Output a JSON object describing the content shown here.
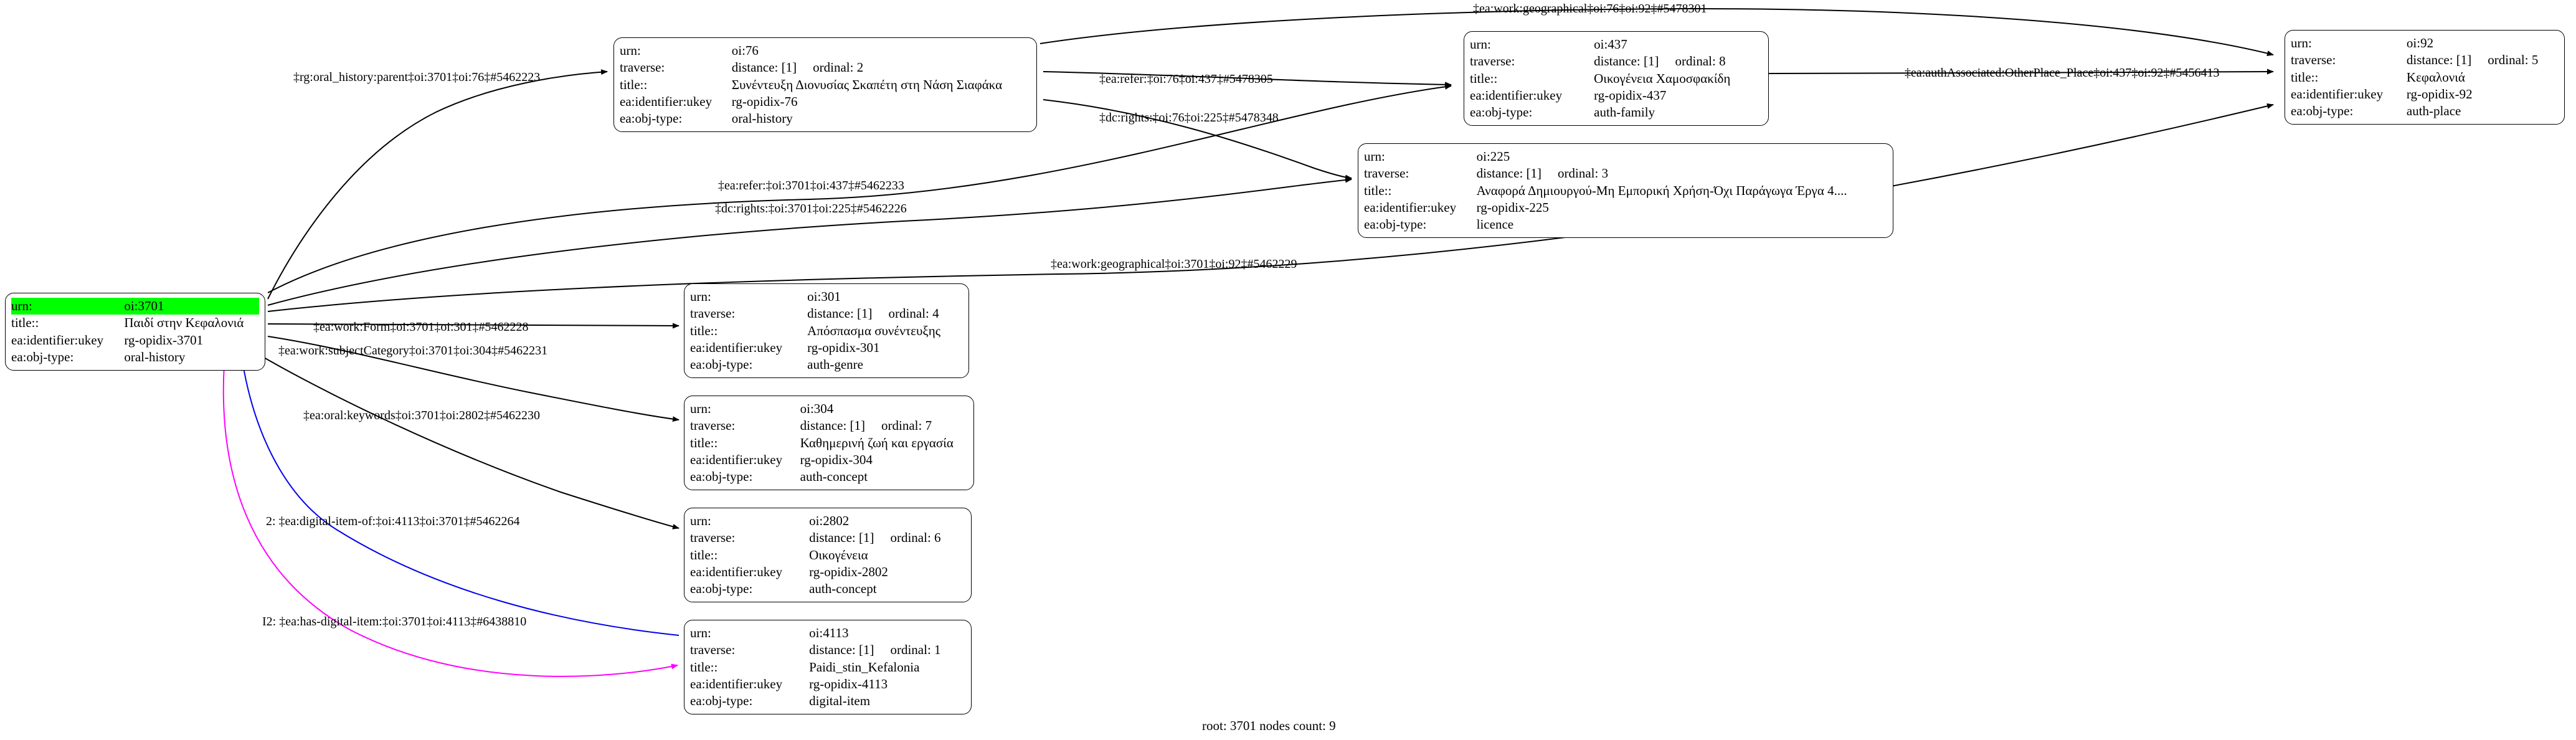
{
  "graph": {
    "footer": "root: 3701 nodes count: 9",
    "colors": {
      "edge_default": "#000000",
      "edge_blue": "#0000ee",
      "edge_magenta": "#ff00ff",
      "node_border": "#000000",
      "root_highlight": "#00ff00",
      "background": "#ffffff"
    },
    "field_labels": {
      "urn": "urn:",
      "traverse": "traverse:",
      "title": "title::",
      "ukey": "ea:identifier:ukey",
      "objtype": "ea:obj-type:"
    },
    "nodes": [
      {
        "id": "n3701",
        "root": true,
        "urn": "oi:3701",
        "traverse": null,
        "distance": "",
        "ordinal": "",
        "title": "Παιδί στην Κεφαλονιά",
        "ukey": "rg-opidix-3701",
        "objtype": "oral-history"
      },
      {
        "id": "n76",
        "root": false,
        "urn": "oi:76",
        "traverse": "distance: [1]",
        "distance": "distance: [1]",
        "ordinal": "ordinal: 2",
        "title": "Συνέντευξη Διονυσίας Σκαπέτη στη Νάση Σιαφάκα",
        "ukey": "rg-opidix-76",
        "objtype": "oral-history"
      },
      {
        "id": "n437",
        "root": false,
        "urn": "oi:437",
        "traverse": "distance: [1]",
        "distance": "distance: [1]",
        "ordinal": "ordinal: 8",
        "title": "Οικογένεια Χαμοσφακίδη",
        "ukey": "rg-opidix-437",
        "objtype": "auth-family"
      },
      {
        "id": "n92",
        "root": false,
        "urn": "oi:92",
        "traverse": "distance: [1]",
        "distance": "distance: [1]",
        "ordinal": "ordinal: 5",
        "title": "Κεφαλονιά",
        "ukey": "rg-opidix-92",
        "objtype": "auth-place"
      },
      {
        "id": "n225",
        "root": false,
        "urn": "oi:225",
        "traverse": "distance: [1]",
        "distance": "distance: [1]",
        "ordinal": "ordinal: 3",
        "title": "Αναφορά Δημιουργού-Μη Εμπορική Χρήση-Όχι Παράγωγα Έργα 4....",
        "ukey": "rg-opidix-225",
        "objtype": "licence"
      },
      {
        "id": "n301",
        "root": false,
        "urn": "oi:301",
        "traverse": "distance: [1]",
        "distance": "distance: [1]",
        "ordinal": "ordinal: 4",
        "title": "Απόσπασμα συνέντευξης",
        "ukey": "rg-opidix-301",
        "objtype": "auth-genre"
      },
      {
        "id": "n304",
        "root": false,
        "urn": "oi:304",
        "traverse": "distance: [1]",
        "distance": "distance: [1]",
        "ordinal": "ordinal: 7",
        "title": "Καθημερινή ζωή και εργασία",
        "ukey": "rg-opidix-304",
        "objtype": "auth-concept"
      },
      {
        "id": "n2802",
        "root": false,
        "urn": "oi:2802",
        "traverse": "distance: [1]",
        "distance": "distance: [1]",
        "ordinal": "ordinal: 6",
        "title": "Οικογένεια",
        "ukey": "rg-opidix-2802",
        "objtype": "auth-concept"
      },
      {
        "id": "n4113",
        "root": false,
        "urn": "oi:4113",
        "traverse": "distance: [1]",
        "distance": "distance: [1]",
        "ordinal": "ordinal: 1",
        "title": "Paidi_stin_Kefalonia",
        "ukey": "rg-opidix-4113",
        "objtype": "digital-item"
      }
    ],
    "edges": [
      {
        "id": "e1",
        "label": "‡rg:oral_history:parent‡oi:3701‡oi:76‡#5462223",
        "from": "n3701",
        "to": "n76",
        "color": "#000000"
      },
      {
        "id": "e2",
        "label": "‡ea:refer:‡oi:76‡oi:437‡#5478305",
        "from": "n76",
        "to": "n437",
        "color": "#000000"
      },
      {
        "id": "e3",
        "label": "‡dc:rights:‡oi:76‡oi:225‡#5478348",
        "from": "n76",
        "to": "n225",
        "color": "#000000"
      },
      {
        "id": "e4",
        "label": "‡ea:work:geographical‡oi:76‡oi:92‡#5478301",
        "from": "n76",
        "to": "n92",
        "color": "#000000"
      },
      {
        "id": "e5",
        "label": "‡ea:authAssociated:OtherPlace_Place‡oi:437‡oi:92‡#5456413",
        "from": "n437",
        "to": "n92",
        "color": "#000000"
      },
      {
        "id": "e6",
        "label": "‡ea:refer:‡oi:3701‡oi:437‡#5462233",
        "from": "n3701",
        "to": "n437",
        "color": "#000000"
      },
      {
        "id": "e7",
        "label": "‡dc:rights:‡oi:3701‡oi:225‡#5462226",
        "from": "n3701",
        "to": "n225",
        "color": "#000000"
      },
      {
        "id": "e8",
        "label": "‡ea:work:geographical‡oi:3701‡oi:92‡#5462229",
        "from": "n3701",
        "to": "n92",
        "color": "#000000"
      },
      {
        "id": "e9",
        "label": "‡ea:work:Form‡oi:3701‡oi:301‡#5462228",
        "from": "n3701",
        "to": "n301",
        "color": "#000000"
      },
      {
        "id": "e10",
        "label": "‡ea:work:subjectCategory‡oi:3701‡oi:304‡#5462231",
        "from": "n3701",
        "to": "n304",
        "color": "#000000"
      },
      {
        "id": "e11",
        "label": "‡ea:oral:keywords‡oi:3701‡oi:2802‡#5462230",
        "from": "n3701",
        "to": "n2802",
        "color": "#000000"
      },
      {
        "id": "e12",
        "label": "2: ‡ea:digital-item-of:‡oi:4113‡oi:3701‡#5462264",
        "from": "n4113",
        "to": "n3701",
        "color": "#0000ee"
      },
      {
        "id": "e13",
        "label": "I2: ‡ea:has-digital-item:‡oi:3701‡oi:4113‡#6438810",
        "from": "n3701",
        "to": "n4113",
        "color": "#ff00ff"
      }
    ]
  }
}
